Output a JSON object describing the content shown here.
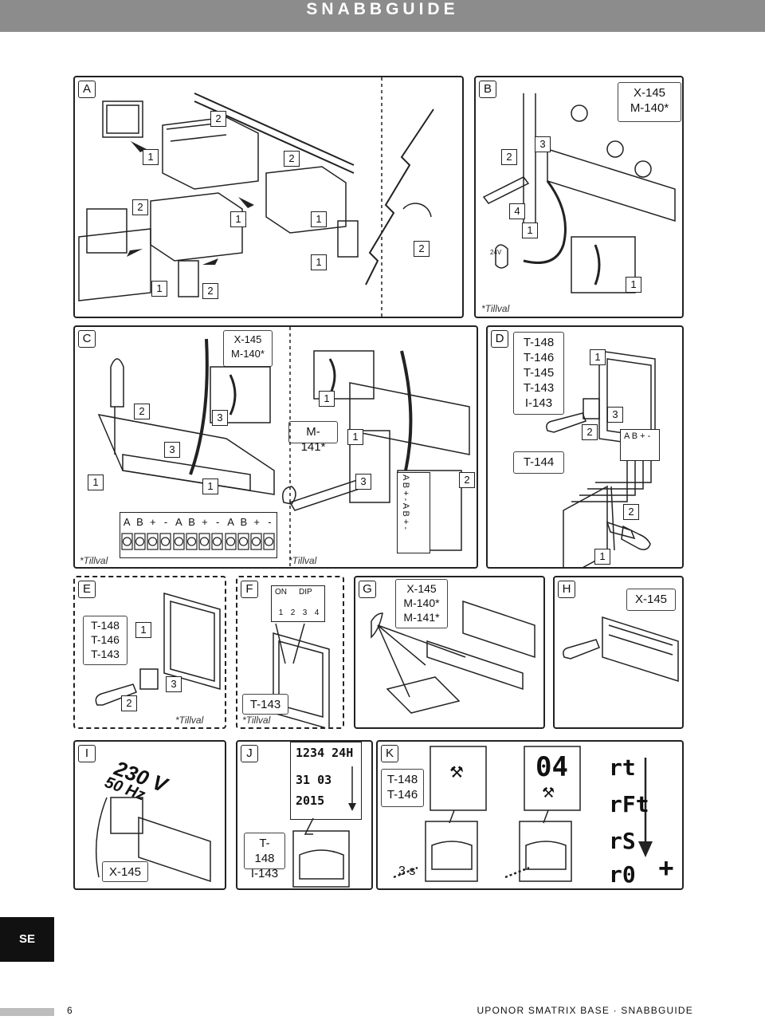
{
  "header": {
    "title": "SNABBGUIDE"
  },
  "panels": {
    "A": {
      "letter": "A",
      "steps": [
        "1",
        "2",
        "2",
        "1",
        "2",
        "1",
        "2",
        "1",
        "1",
        "2"
      ]
    },
    "B": {
      "letter": "B",
      "models": "X-145\nM-140*",
      "steps": [
        "2",
        "3",
        "4",
        "1",
        "1"
      ],
      "voltage": "24V",
      "note": "*Tillval"
    },
    "C": {
      "letter": "C",
      "models_left": "X-145\nM-140*",
      "models_right": "M-141*",
      "steps": [
        "1",
        "2",
        "3",
        "3",
        "1",
        "1",
        "1",
        "3",
        "2"
      ],
      "terminals": [
        "A",
        "B",
        "+",
        "-",
        "A",
        "B",
        "+",
        "-",
        "A",
        "B",
        "+",
        "-"
      ],
      "terminals_vert": "A B + - A B + -",
      "note_left": "*Tillval",
      "note_right": "*Tillval"
    },
    "D": {
      "letter": "D",
      "models_top": "T-148\nT-146\nT-145\nT-143\nI-143",
      "models_bottom": "T-144",
      "terminals": "A B + -",
      "steps": [
        "1",
        "3",
        "2",
        "2",
        "1"
      ]
    },
    "E": {
      "letter": "E",
      "models": "T-148\nT-146\nT-143",
      "steps": [
        "1",
        "2",
        "3"
      ],
      "note": "*Tillval"
    },
    "F": {
      "letter": "F",
      "dip_on": "ON",
      "dip_label": "DIP",
      "dip_nums": [
        "1",
        "2",
        "3",
        "4"
      ],
      "model": "T-143",
      "note": "*Tillval"
    },
    "G": {
      "letter": "G",
      "models": "X-145\nM-140*\nM-141*"
    },
    "H": {
      "letter": "H",
      "model": "X-145"
    },
    "I": {
      "letter": "I",
      "voltage": "230 V",
      "freq": "50 Hz",
      "model": "X-145"
    },
    "J": {
      "letter": "J",
      "lcd_row1": "1234 24H",
      "lcd_row2": "31 03",
      "lcd_row3": "2015",
      "models": "T-148\nI-143"
    },
    "K": {
      "letter": "K",
      "models": "T-148\nT-146",
      "time": "3 s",
      "display": "04",
      "menu": [
        "rt",
        "rFt",
        "rS",
        "r0"
      ],
      "plus": "+"
    }
  },
  "footer": {
    "lang": "SE",
    "page": "6",
    "text": "UPONOR SMATRIX BASE · SNABBGUIDE"
  }
}
